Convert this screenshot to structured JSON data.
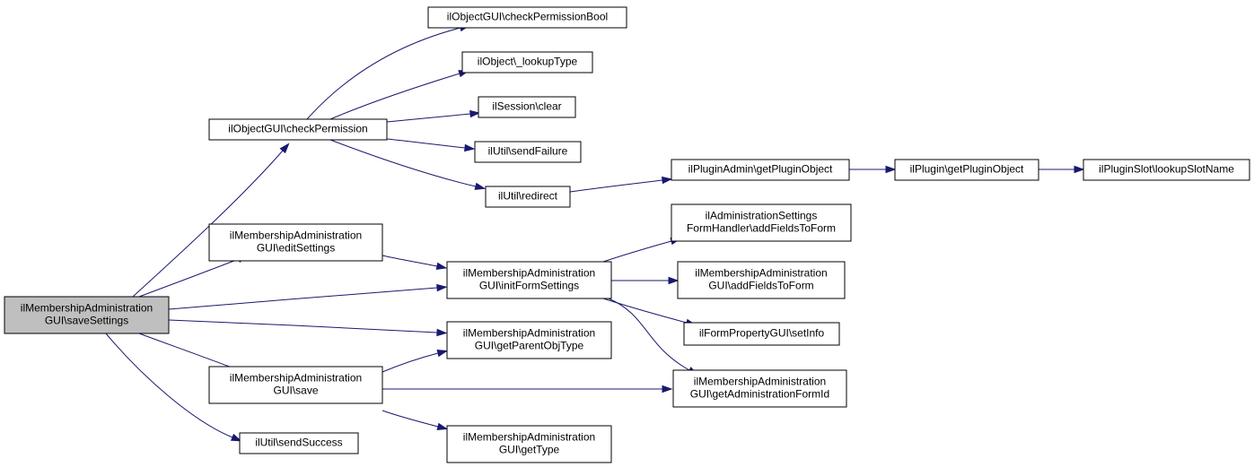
{
  "graph": {
    "nodes": [
      {
        "id": "saveSettings",
        "lines": [
          "ilMembershipAdministration",
          "GUI\\saveSettings"
        ],
        "highlight": true
      },
      {
        "id": "checkPermission",
        "lines": [
          "ilObjectGUI\\checkPermission"
        ]
      },
      {
        "id": "editSettings",
        "lines": [
          "ilMembershipAdministration",
          "GUI\\editSettings"
        ]
      },
      {
        "id": "save",
        "lines": [
          "ilMembershipAdministration",
          "GUI\\save"
        ]
      },
      {
        "id": "sendSuccess",
        "lines": [
          "ilUtil\\sendSuccess"
        ]
      },
      {
        "id": "checkPermissionBool",
        "lines": [
          "ilObjectGUI\\checkPermissionBool"
        ]
      },
      {
        "id": "lookupType",
        "lines": [
          "ilObject\\_lookupType"
        ]
      },
      {
        "id": "sessionClear",
        "lines": [
          "ilSession\\clear"
        ]
      },
      {
        "id": "sendFailure",
        "lines": [
          "ilUtil\\sendFailure"
        ]
      },
      {
        "id": "redirect",
        "lines": [
          "ilUtil\\redirect"
        ]
      },
      {
        "id": "initFormSettings",
        "lines": [
          "ilMembershipAdministration",
          "GUI\\initFormSettings"
        ]
      },
      {
        "id": "getParentObjType",
        "lines": [
          "ilMembershipAdministration",
          "GUI\\getParentObjType"
        ]
      },
      {
        "id": "getType",
        "lines": [
          "ilMembershipAdministration",
          "GUI\\getType"
        ]
      },
      {
        "id": "pluginAdminGetPluginObject",
        "lines": [
          "ilPluginAdmin\\getPluginObject"
        ]
      },
      {
        "id": "adminSettingsAddFields",
        "lines": [
          "ilAdministrationSettings",
          "FormHandler\\addFieldsToForm"
        ]
      },
      {
        "id": "membershipAddFields",
        "lines": [
          "ilMembershipAdministration",
          "GUI\\addFieldsToForm"
        ]
      },
      {
        "id": "setInfo",
        "lines": [
          "ilFormPropertyGUI\\setInfo"
        ]
      },
      {
        "id": "getAdministrationFormId",
        "lines": [
          "ilMembershipAdministration",
          "GUI\\getAdministrationFormId"
        ]
      },
      {
        "id": "pluginGetPluginObject",
        "lines": [
          "ilPlugin\\getPluginObject"
        ]
      },
      {
        "id": "lookupSlotName",
        "lines": [
          "ilPluginSlot\\lookupSlotName"
        ]
      }
    ],
    "edges": [
      [
        "saveSettings",
        "checkPermission"
      ],
      [
        "saveSettings",
        "editSettings"
      ],
      [
        "saveSettings",
        "initFormSettings"
      ],
      [
        "saveSettings",
        "getParentObjType"
      ],
      [
        "saveSettings",
        "save"
      ],
      [
        "saveSettings",
        "sendSuccess"
      ],
      [
        "checkPermission",
        "checkPermissionBool"
      ],
      [
        "checkPermission",
        "lookupType"
      ],
      [
        "checkPermission",
        "sessionClear"
      ],
      [
        "checkPermission",
        "sendFailure"
      ],
      [
        "checkPermission",
        "redirect"
      ],
      [
        "editSettings",
        "initFormSettings"
      ],
      [
        "save",
        "getParentObjType"
      ],
      [
        "save",
        "getAdministrationFormId"
      ],
      [
        "save",
        "getType"
      ],
      [
        "redirect",
        "pluginAdminGetPluginObject"
      ],
      [
        "initFormSettings",
        "adminSettingsAddFields"
      ],
      [
        "initFormSettings",
        "membershipAddFields"
      ],
      [
        "initFormSettings",
        "setInfo"
      ],
      [
        "initFormSettings",
        "getAdministrationFormId"
      ],
      [
        "pluginAdminGetPluginObject",
        "pluginGetPluginObject"
      ],
      [
        "pluginGetPluginObject",
        "lookupSlotName"
      ]
    ]
  }
}
